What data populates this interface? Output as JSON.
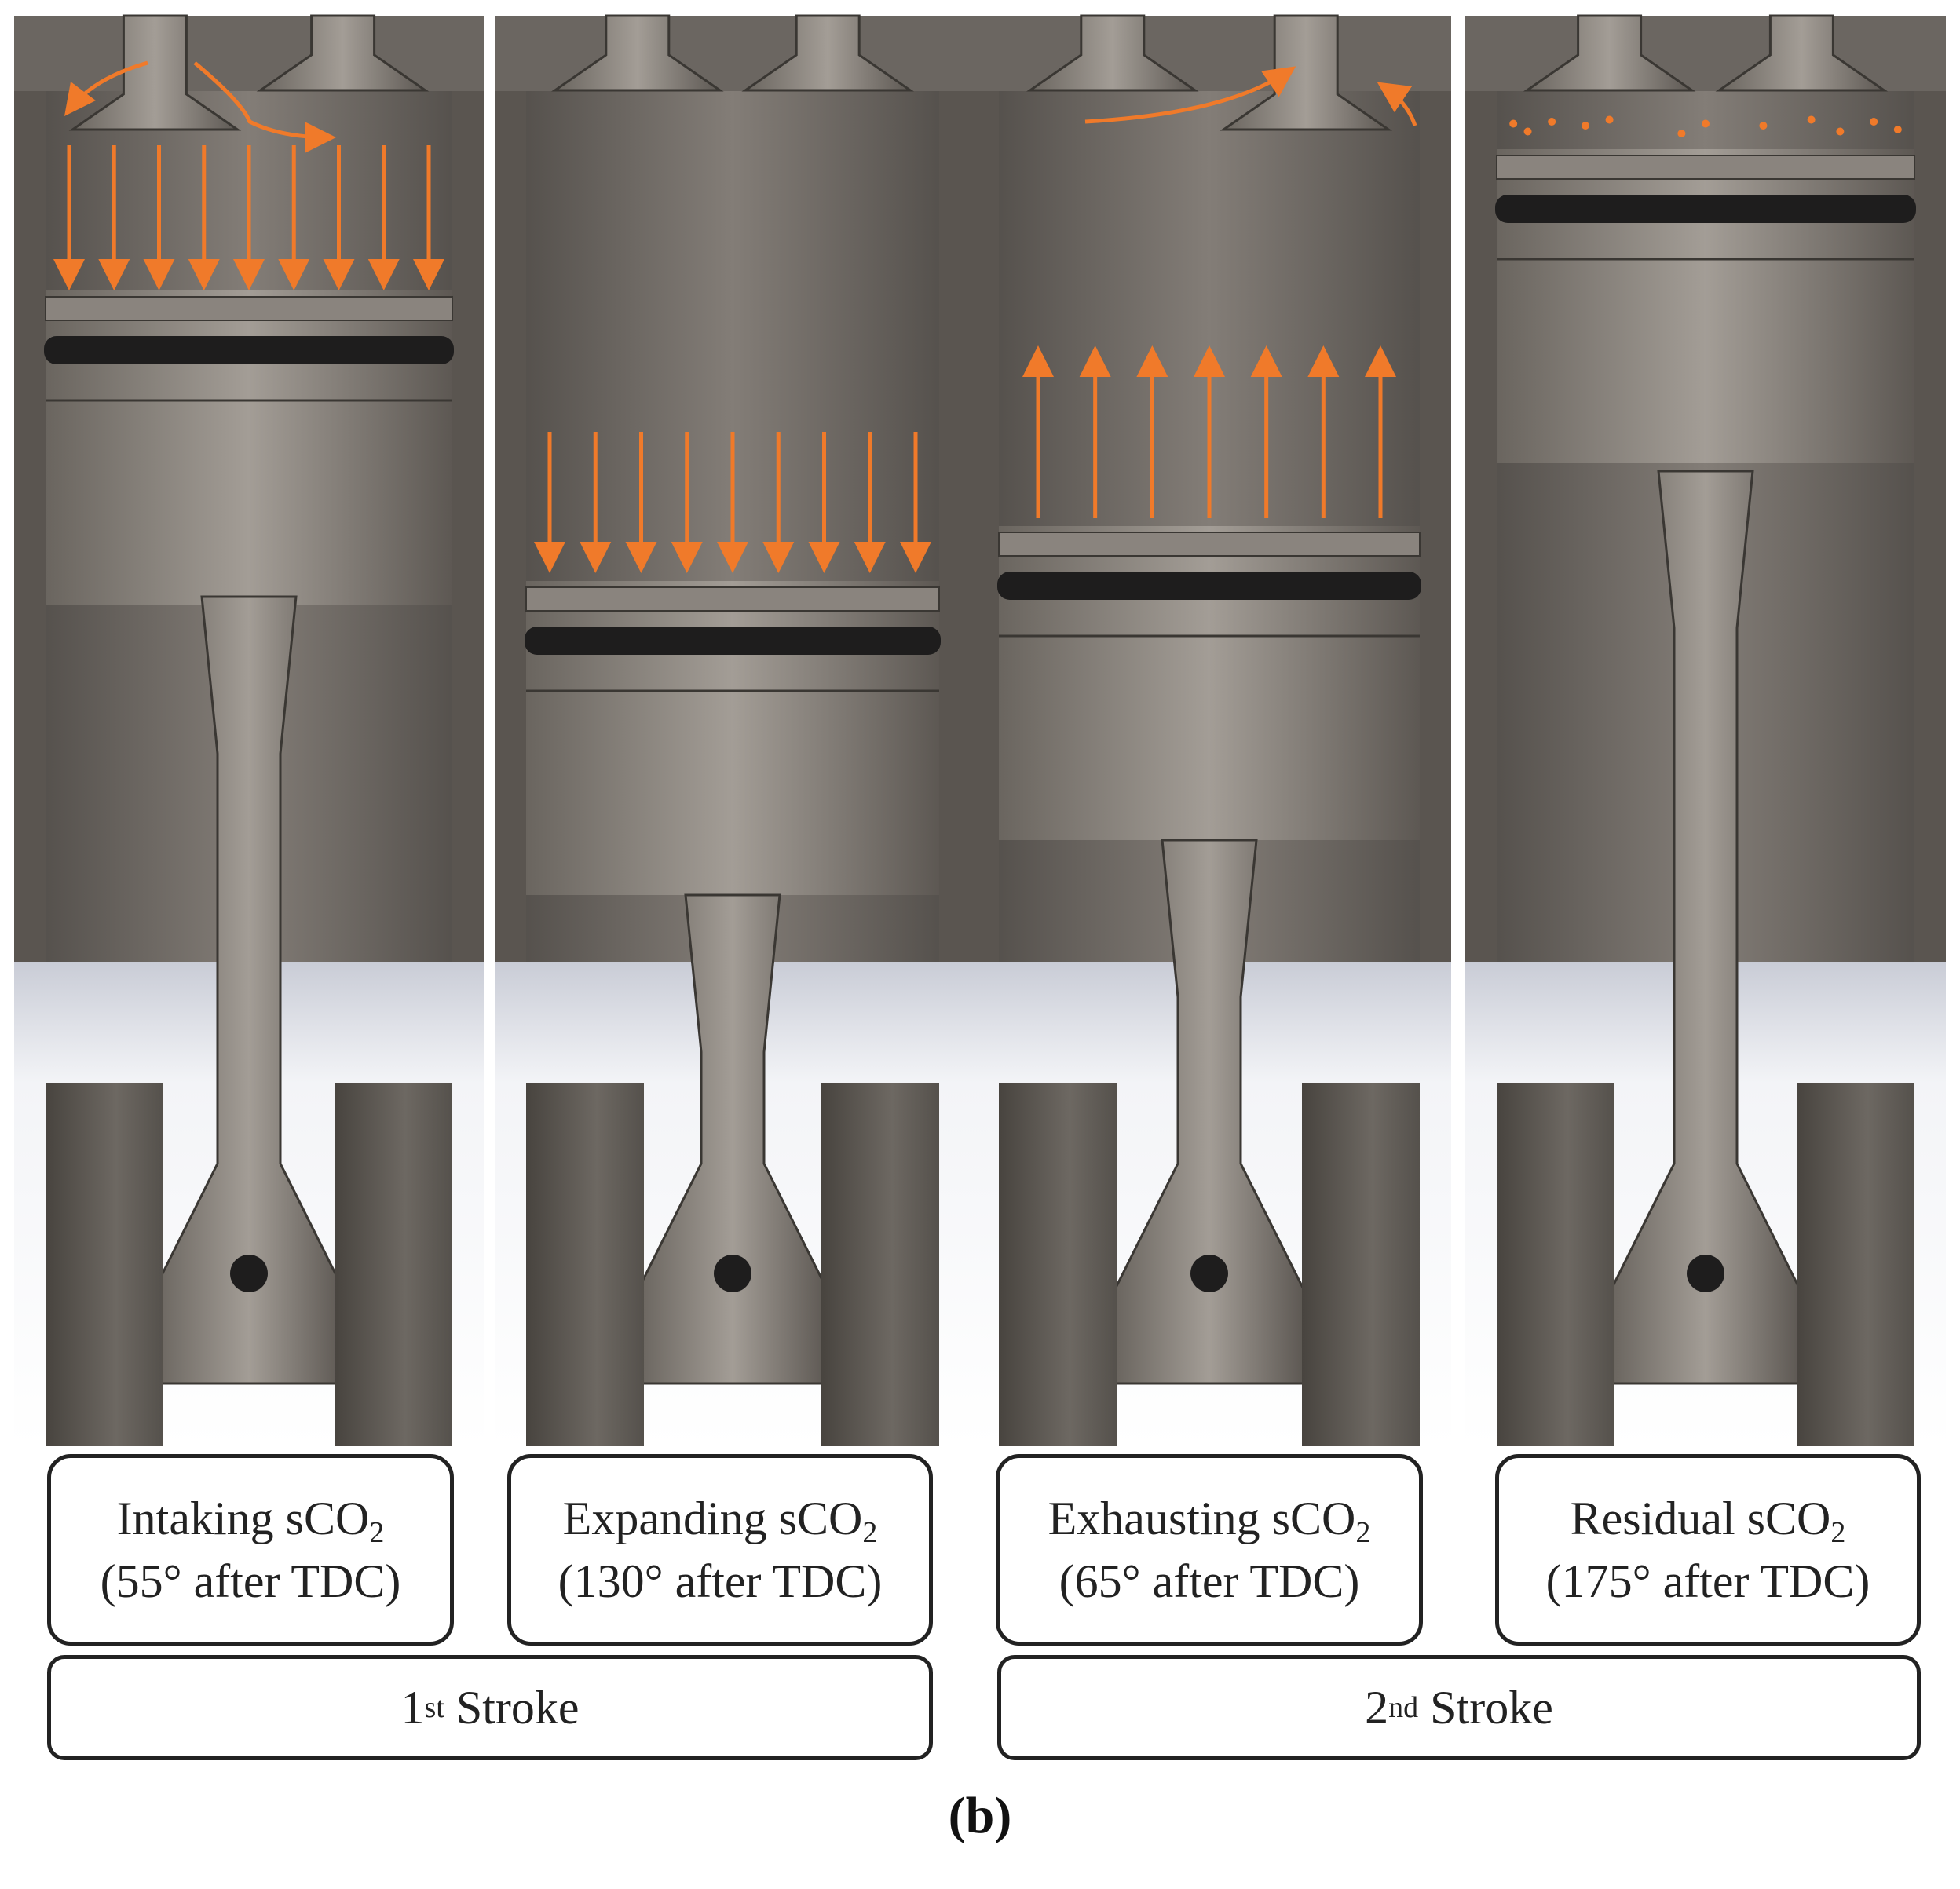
{
  "panels": [
    {
      "title_prefix": "Intaking sCO",
      "title_sub": "2",
      "angle": "(55° after TDC)",
      "flow": "intake"
    },
    {
      "title_prefix": "Expanding sCO",
      "title_sub": "2",
      "angle": "(130° after TDC)",
      "flow": "expand"
    },
    {
      "title_prefix": "Exhausting sCO",
      "title_sub": "2",
      "angle": "(65° after TDC)",
      "flow": "exhaust"
    },
    {
      "title_prefix": "Residual sCO",
      "title_sub": "2",
      "angle": "(175° after TDC)",
      "flow": "residual"
    }
  ],
  "strokes": [
    {
      "num": "1",
      "sup": "st",
      "word": " Stroke"
    },
    {
      "num": "2",
      "sup": "nd",
      "word": " Stroke"
    }
  ],
  "caption": "(b)",
  "colors": {
    "arrow": "#f07a2a",
    "metal_dark": "#5a5550",
    "metal_light": "#9a948d",
    "ring": "#1e1d1d",
    "outline": "#222222"
  }
}
